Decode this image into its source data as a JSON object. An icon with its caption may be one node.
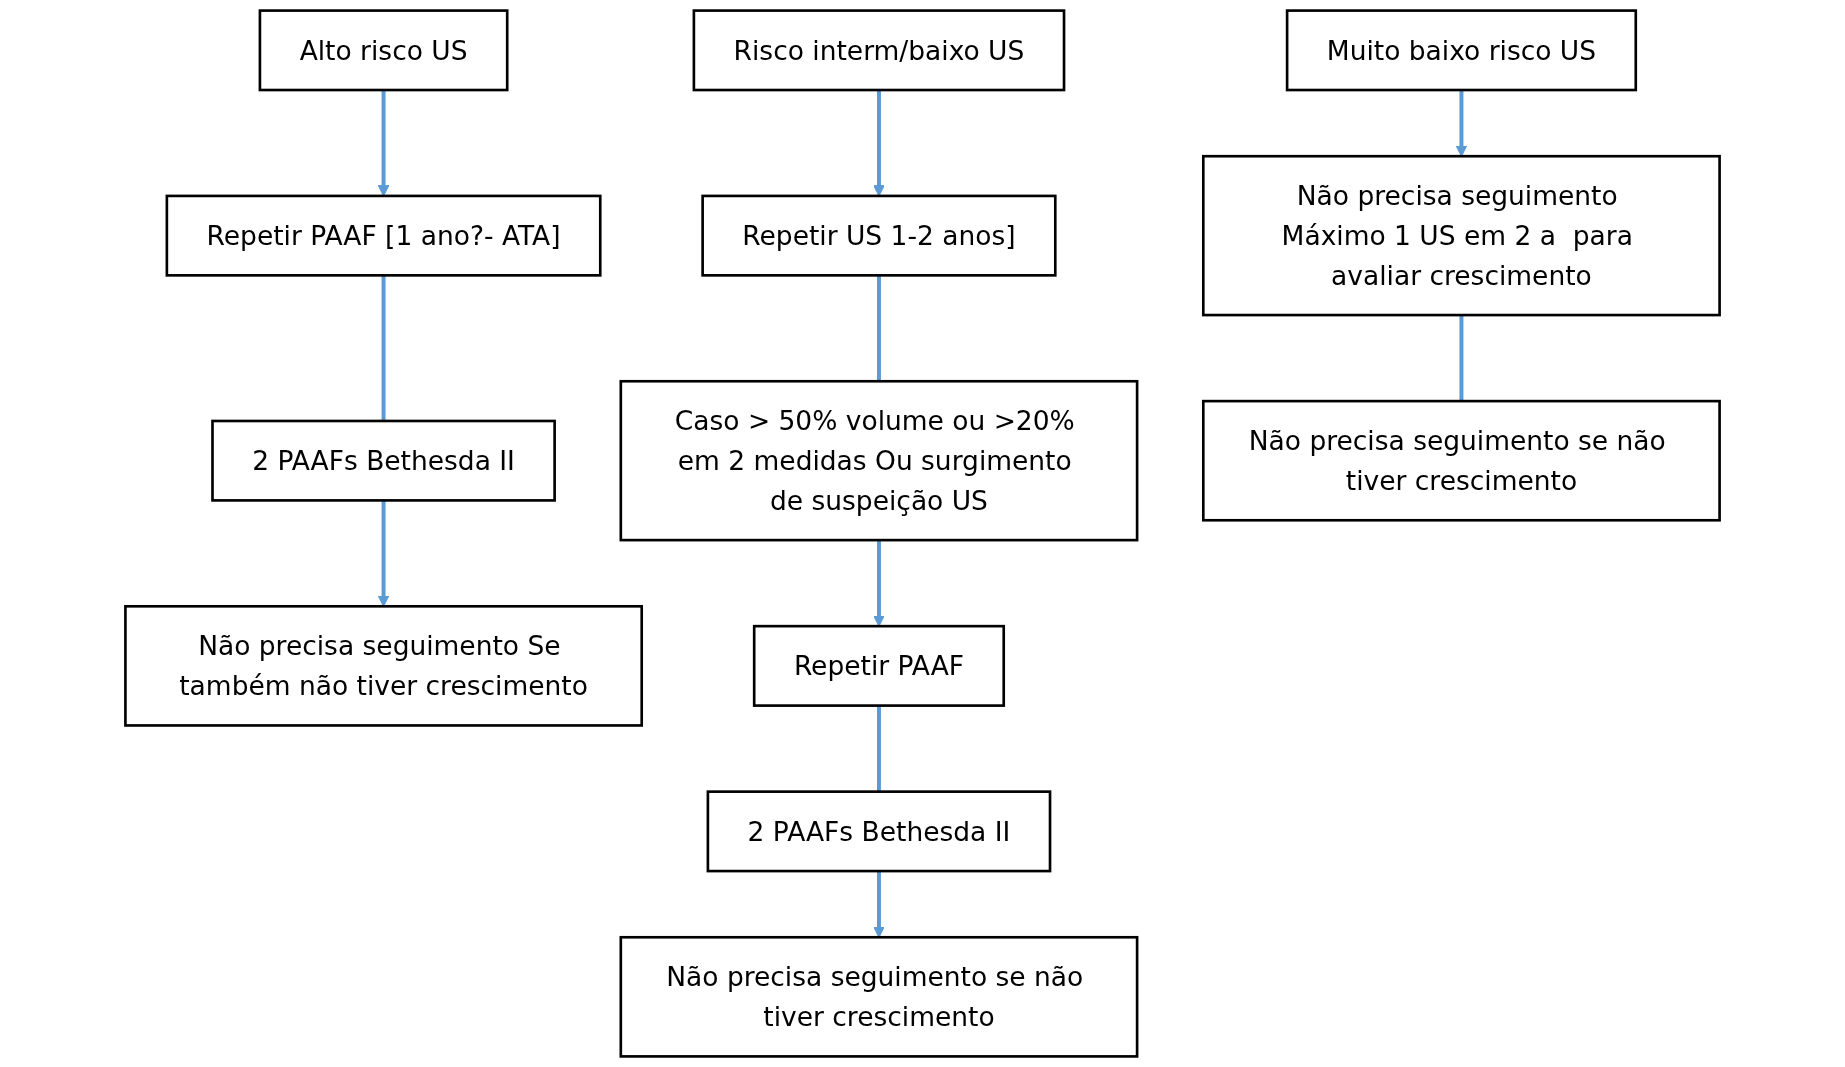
{
  "diagram": {
    "nodes": [
      {
        "text": [
          "Alto risco US"
        ]
      },
      {
        "text": [
          "Risco interm/baixo US"
        ]
      },
      {
        "text": [
          "Muito baixo risco US"
        ]
      },
      {
        "text": [
          "Repetir PAAF [1 ano?- ATA]"
        ]
      },
      {
        "text": [
          "Repetir US 1-2 anos]"
        ]
      },
      {
        "text": [
          "Não precisa seguimento Máximo 1 US em 2 a  para avaliar crescimento"
        ]
      },
      {
        "text": [
          "2 PAAFs Bethesda II"
        ]
      },
      {
        "text": [
          "Caso > 50% volume ou >20% em 2 medidas Ou surgimento de suspeição US"
        ]
      },
      {
        "text": [
          "Não precisa seguimento se não tiver crescimento"
        ]
      },
      {
        "text": [
          "Não precisa seguimento Se também não tiver crescimento"
        ]
      },
      {
        "text": [
          "Repetir PAAF"
        ]
      },
      {
        "text": [
          "2 PAAFs Bethesda II"
        ]
      },
      {
        "text": [
          "Não precisa seguimento se não tiver crescimento"
        ]
      }
    ],
    "edges": [
      {
        "from": 0,
        "to": 3,
        "arrow": "to"
      },
      {
        "from": 1,
        "to": 4,
        "arrow": "to"
      },
      {
        "from": 2,
        "to": 5,
        "arrow": "to"
      },
      {
        "from": 3,
        "to": 6,
        "arrow": "none"
      },
      {
        "from": 4,
        "to": 7,
        "arrow": "none"
      },
      {
        "from": 5,
        "to": 8,
        "arrow": "none"
      },
      {
        "from": 6,
        "to": 9,
        "arrow": "to"
      },
      {
        "from": 7,
        "to": 10,
        "arrow": "to"
      },
      {
        "from": 10,
        "to": 11,
        "arrow": "none"
      },
      {
        "from": 11,
        "to": 12,
        "arrow": "to"
      }
    ]
  }
}
